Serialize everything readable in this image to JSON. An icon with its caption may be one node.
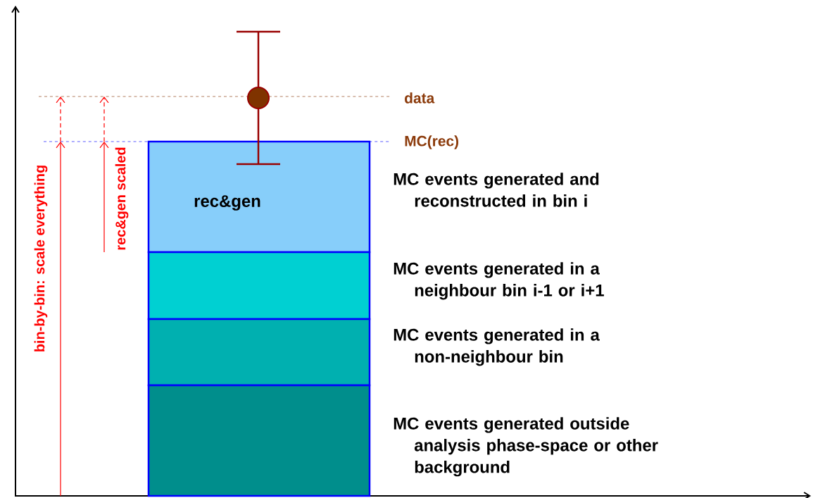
{
  "diagram": {
    "nodes": [
      {
        "text": [
          "rec&gen"
        ],
        "beside": [
          "MC events generated and reconstructed in bin i"
        ]
      },
      {
        "text": [],
        "shape": "bar",
        "beside": [
          "MC events generated in a neighbour bin i-1 or i+1"
        ]
      },
      {
        "text": [],
        "shape": "bar",
        "beside": [
          "MC events generated in a non-neighbour bin"
        ]
      },
      {
        "text": [],
        "shape": "bar",
        "beside": [
          "MC events generated outside analysis phase-space or other background"
        ]
      }
    ],
    "labels": [
      "data",
      "MC(rec)",
      "rec&gen scaled",
      "bin-by-bin: scale everything"
    ]
  }
}
